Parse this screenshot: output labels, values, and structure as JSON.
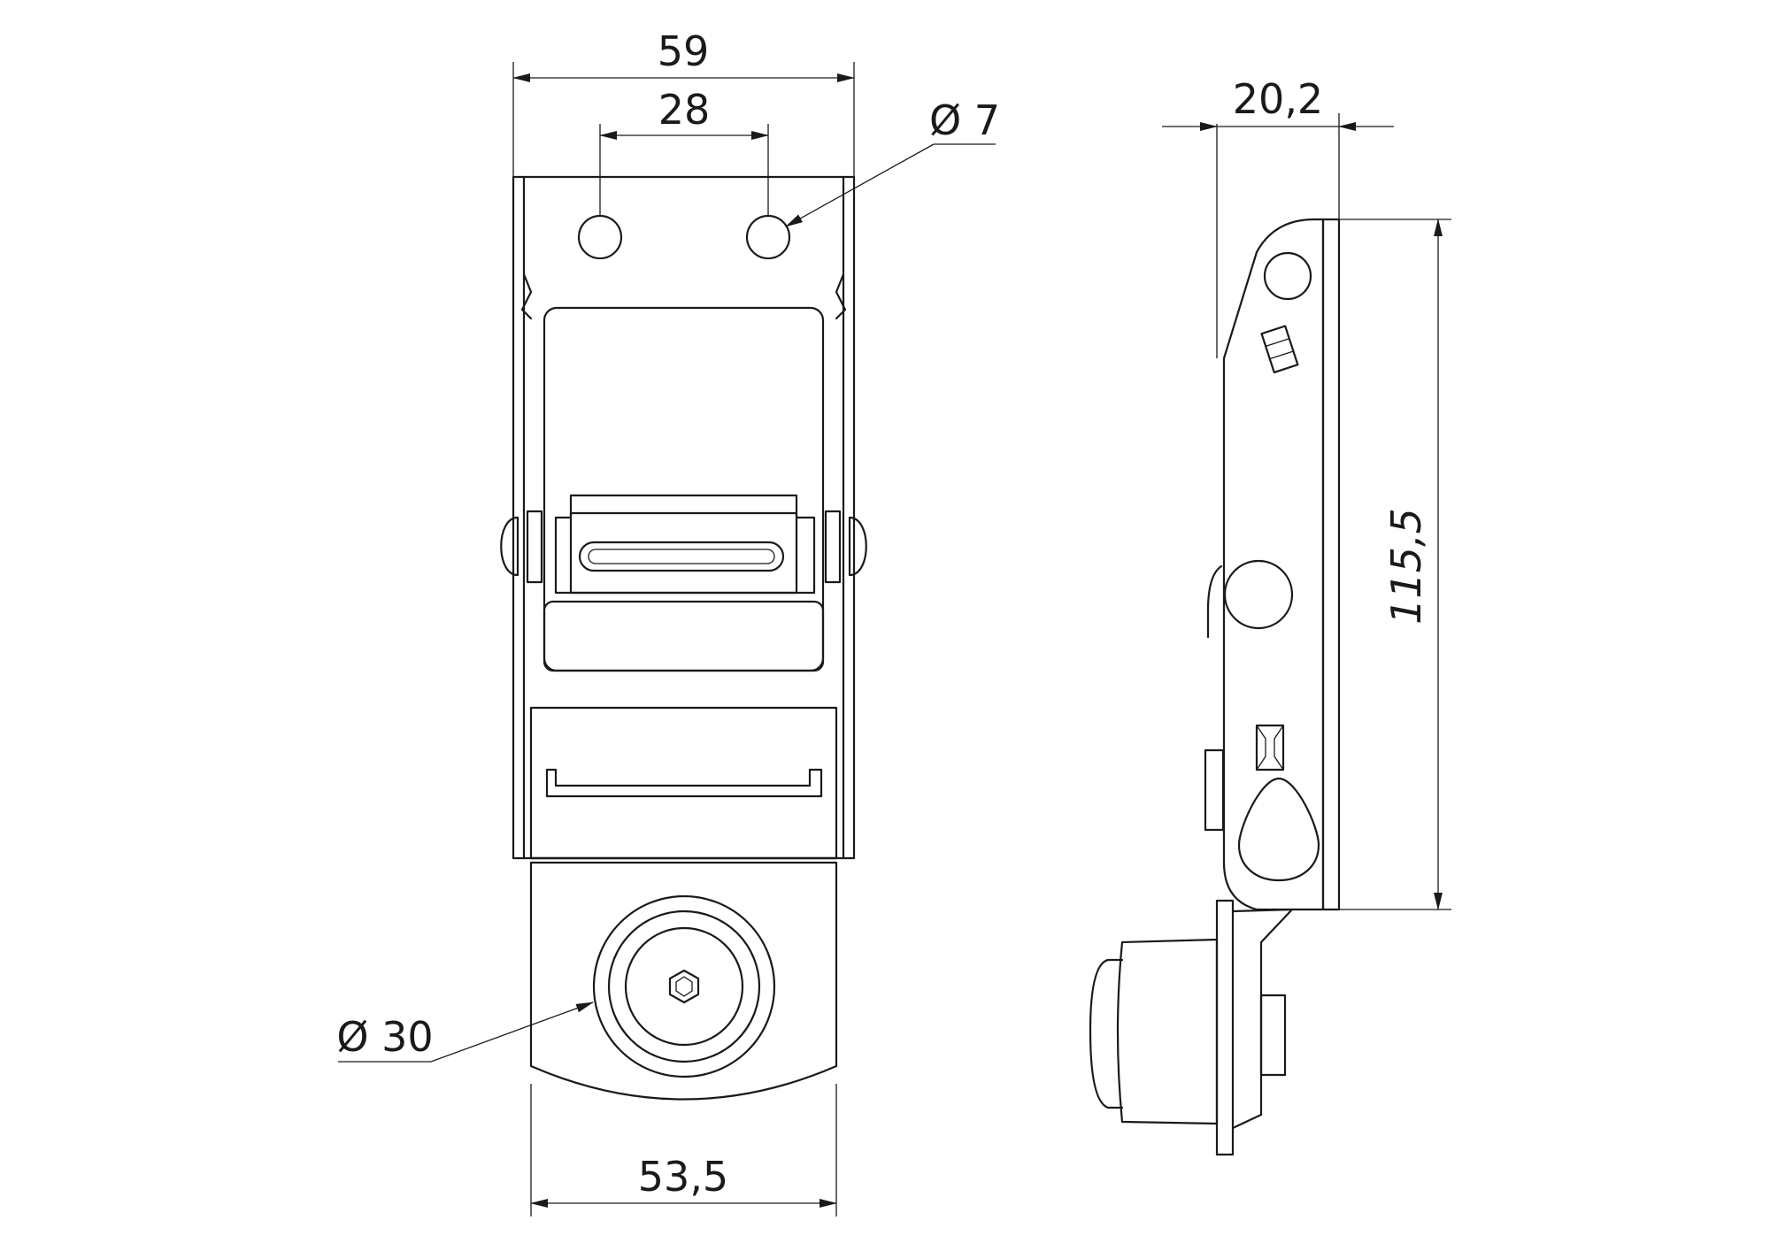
{
  "drawing": {
    "dimensions": {
      "width_top": "59",
      "hole_spacing": "28",
      "hole_diameter": "Ø 7",
      "side_depth": "20,2",
      "height": "115,5",
      "knob_diameter": "Ø 30",
      "width_bottom": "53,5"
    },
    "colors": {
      "line": "#1a1a1a",
      "background": "#ffffff"
    }
  }
}
